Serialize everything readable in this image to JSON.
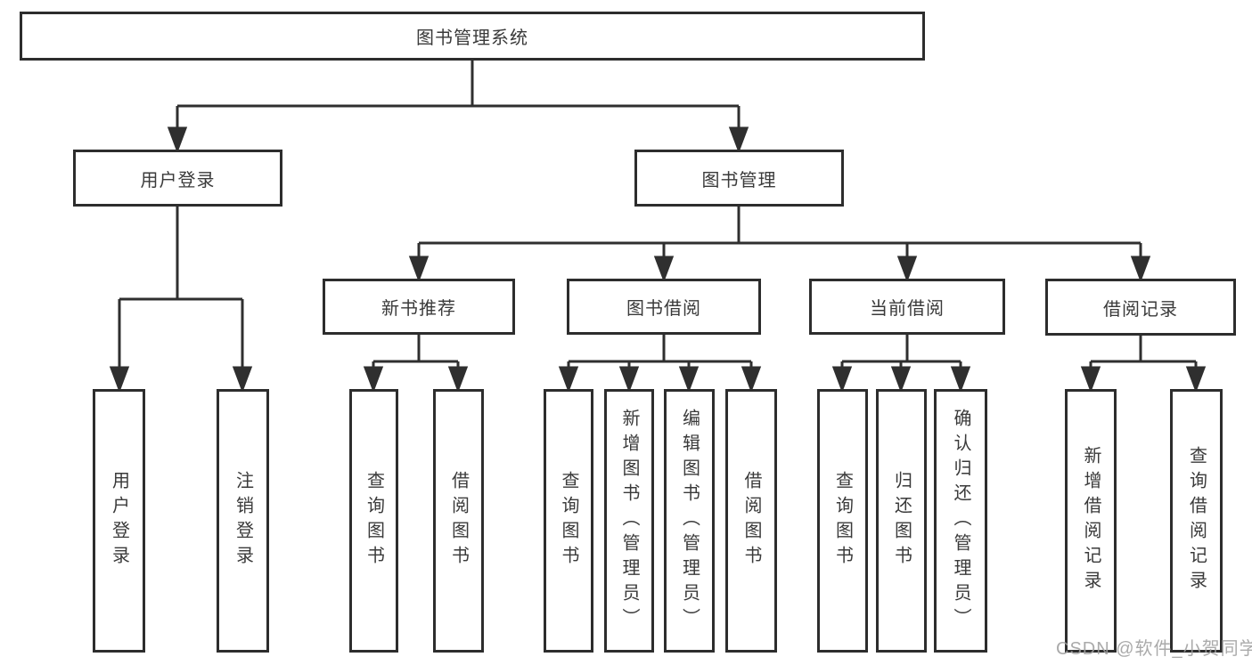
{
  "nodes": {
    "root": {
      "label": "图书管理系统"
    },
    "user_login": {
      "label": "用户登录"
    },
    "book_mgmt": {
      "label": "图书管理"
    },
    "new_book_rec": {
      "label": "新书推荐"
    },
    "book_borrow": {
      "label": "图书借阅"
    },
    "current_borrow": {
      "label": "当前借阅"
    },
    "borrow_records": {
      "label": "借阅记录"
    },
    "leaf_user_login": {
      "label": "用户登录"
    },
    "leaf_logout": {
      "label": "注销登录"
    },
    "leaf_query_book_1": {
      "label": "查询图书"
    },
    "leaf_borrow_book_1": {
      "label": "借阅图书"
    },
    "leaf_query_book_2": {
      "label": "查询图书"
    },
    "leaf_add_book": {
      "label": "新增图书（管理员）"
    },
    "leaf_edit_book": {
      "label": "编辑图书（管理员）"
    },
    "leaf_borrow_book_2": {
      "label": "借阅图书"
    },
    "leaf_query_book_3": {
      "label": "查询图书"
    },
    "leaf_return_book": {
      "label": "归还图书"
    },
    "leaf_confirm_return": {
      "label": "确认归还（管理员）"
    },
    "leaf_add_borrow_record": {
      "label": "新增借阅记录"
    },
    "leaf_query_borrow_record": {
      "label": "查询借阅记录"
    }
  },
  "hierarchy": {
    "root": "图书管理系统",
    "children": [
      {
        "label": "用户登录",
        "children": [
          "用户登录",
          "注销登录"
        ]
      },
      {
        "label": "图书管理",
        "children": [
          {
            "label": "新书推荐",
            "children": [
              "查询图书",
              "借阅图书"
            ]
          },
          {
            "label": "图书借阅",
            "children": [
              "查询图书",
              "新增图书（管理员）",
              "编辑图书（管理员）",
              "借阅图书"
            ]
          },
          {
            "label": "当前借阅",
            "children": [
              "查询图书",
              "归还图书",
              "确认归还（管理员）"
            ]
          },
          {
            "label": "借阅记录",
            "children": [
              "新增借阅记录",
              "查询借阅记录"
            ]
          }
        ]
      }
    ]
  },
  "watermark": {
    "text": "CSDN @软件_小贺同学"
  },
  "colors": {
    "background": "#ffffff",
    "line": "#2f2f2f",
    "box_border": "#2d2d2d",
    "text": "#3a3a3a",
    "watermark": "#9e9e9e"
  }
}
